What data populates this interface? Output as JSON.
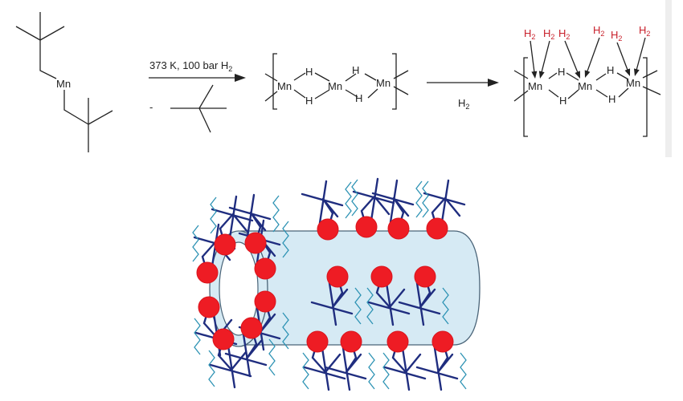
{
  "scheme": {
    "conditions": {
      "text": "373 K, 100 bar H",
      "sub": "2"
    },
    "byproduct_minus": "-",
    "second_reagent": {
      "text": "H",
      "sub": "2"
    },
    "metal_label": "Mn",
    "hydride_label": "H",
    "dihydrogen_label": {
      "text": "H",
      "sub": "2"
    }
  },
  "colors": {
    "tube_fill": "#d6eaf4",
    "tube_outline": "#4a6478",
    "metal_sites": "#ee1c24",
    "ligand_dark": "#1f2d7f",
    "ligand_light": "#2e93b4",
    "dihydrogen_text": "#c8202a"
  }
}
